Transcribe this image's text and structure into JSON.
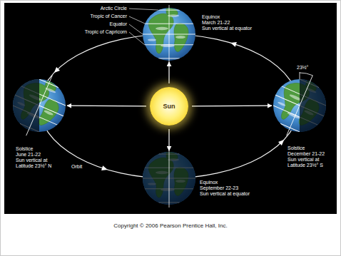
{
  "diagram": {
    "caption": "Copyright © 2006 Pearson Prentice Hall, Inc.",
    "nodes": [
      {
        "text": [
          "Equinox",
          "March 21-22",
          "Sun vertical at equator"
        ]
      },
      {
        "text": [
          "Solstice",
          "June 21-22",
          "Sun vertical at Latitude 23½° N"
        ]
      },
      {
        "text": [
          "Sun"
        ]
      },
      {
        "text": [
          "Solstice",
          "December 21-22",
          "Sun vertical at Latitude 23½° S"
        ]
      },
      {
        "text": [
          "Equinox",
          "September 22-23",
          "Sun vertical at equator"
        ]
      }
    ],
    "edges": [
      {
        "from": 2,
        "to": 0,
        "arrow": "to"
      },
      {
        "from": 2,
        "to": 1,
        "arrow": "to"
      },
      {
        "from": 2,
        "to": 3,
        "arrow": "to"
      },
      {
        "from": 2,
        "to": 4,
        "arrow": "to"
      }
    ],
    "labels": [
      "Arctic Circle",
      "Tropic of Cancer",
      "Equator",
      "Tropic of Capricorn",
      "Orbit",
      "23½°"
    ]
  }
}
